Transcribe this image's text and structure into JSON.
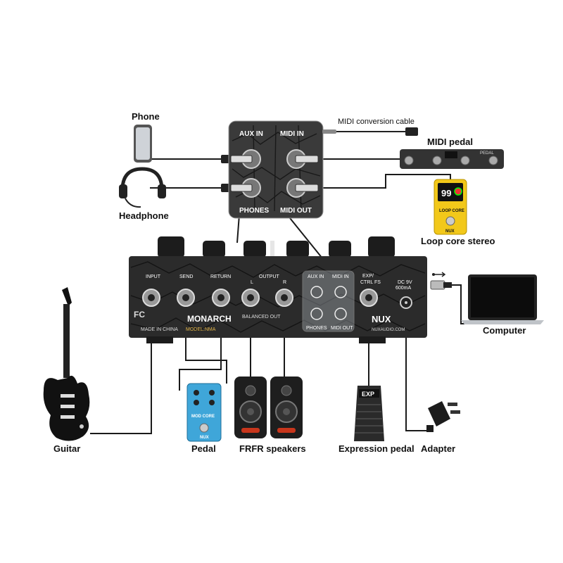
{
  "labels": {
    "phone": "Phone",
    "headphone": "Headphone",
    "midi_conversion_cable": "MIDI conversion cable",
    "midi_pedal": "MIDI pedal",
    "loop_core_stereo": "Loop core stereo",
    "computer": "Computer",
    "guitar": "Guitar",
    "pedal": "Pedal",
    "frfr_speakers": "FRFR speakers",
    "expression_pedal": "Expression pedal",
    "adapter": "Adapter"
  },
  "inset": {
    "aux_in": "AUX IN",
    "midi_in": "MIDI IN",
    "phones": "PHONES",
    "midi_out": "MIDI OUT"
  },
  "device": {
    "brand": "MONARCH",
    "model": "MODEL:NMA",
    "made_in": "MADE IN CHINA",
    "balanced_out": "BALANCED OUT",
    "website": "NUXAUDIO.COM",
    "logo": "NUX",
    "ports": {
      "input": "INPUT",
      "send": "SEND",
      "return": "RETURN",
      "output": "OUTPUT",
      "output_l": "L",
      "output_r": "R",
      "aux_in": "AUX IN",
      "midi_in": "MIDI IN",
      "phones": "PHONES",
      "midi_out": "MIDI OUT",
      "exp_ctrl_line1": "EXP/",
      "exp_ctrl_line2": "CTRL FS",
      "dc_line1": "DC 9V",
      "dc_line2": "600mA"
    }
  },
  "midi_pedal_text": "PEDAL",
  "loop_pedal": {
    "display": "99",
    "name": "LOOP CORE",
    "brand": "NUX"
  },
  "mod_pedal": {
    "name": "MOD CORE",
    "brand": "NUX"
  },
  "exp_pedal_text": "EXP",
  "colors": {
    "device_body": "#2b2b2b",
    "loop_pedal": "#f2c81a",
    "mod_pedal": "#3fa6d9",
    "cable": "#1a1a1a"
  }
}
